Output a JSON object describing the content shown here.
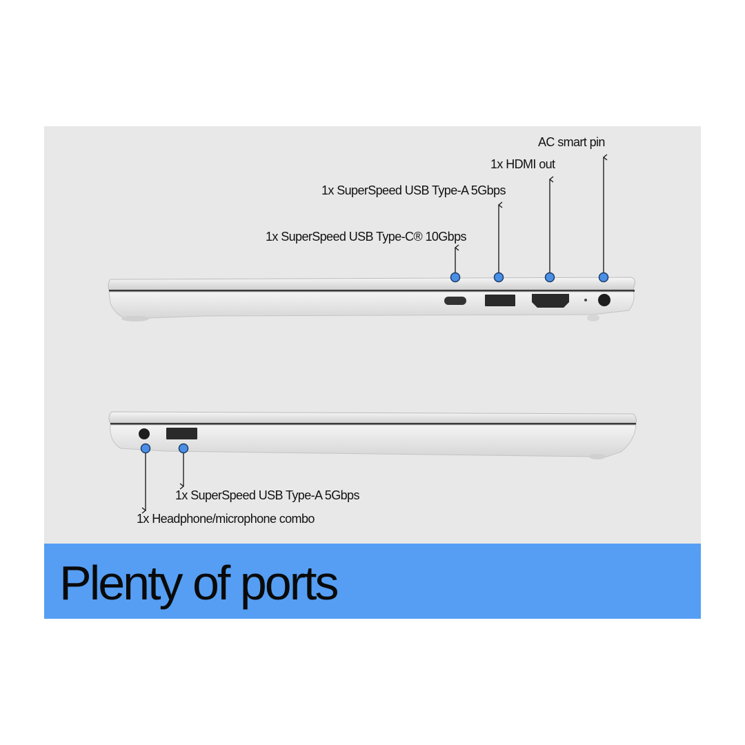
{
  "title": "Plenty of ports",
  "right_side_ports": [
    {
      "label": "AC smart pin"
    },
    {
      "label": "1x HDMI out"
    },
    {
      "label": "1x SuperSpeed USB Type-A 5Gbps"
    },
    {
      "label": "1x SuperSpeed USB Type-C® 10Gbps"
    }
  ],
  "left_side_ports": [
    {
      "label": "1x SuperSpeed USB Type-A 5Gbps"
    },
    {
      "label": "1x Headphone/microphone combo"
    }
  ],
  "colors": {
    "band": "#559ef3",
    "panel": "#e8e8e8",
    "dot": "#4a8fe6"
  }
}
